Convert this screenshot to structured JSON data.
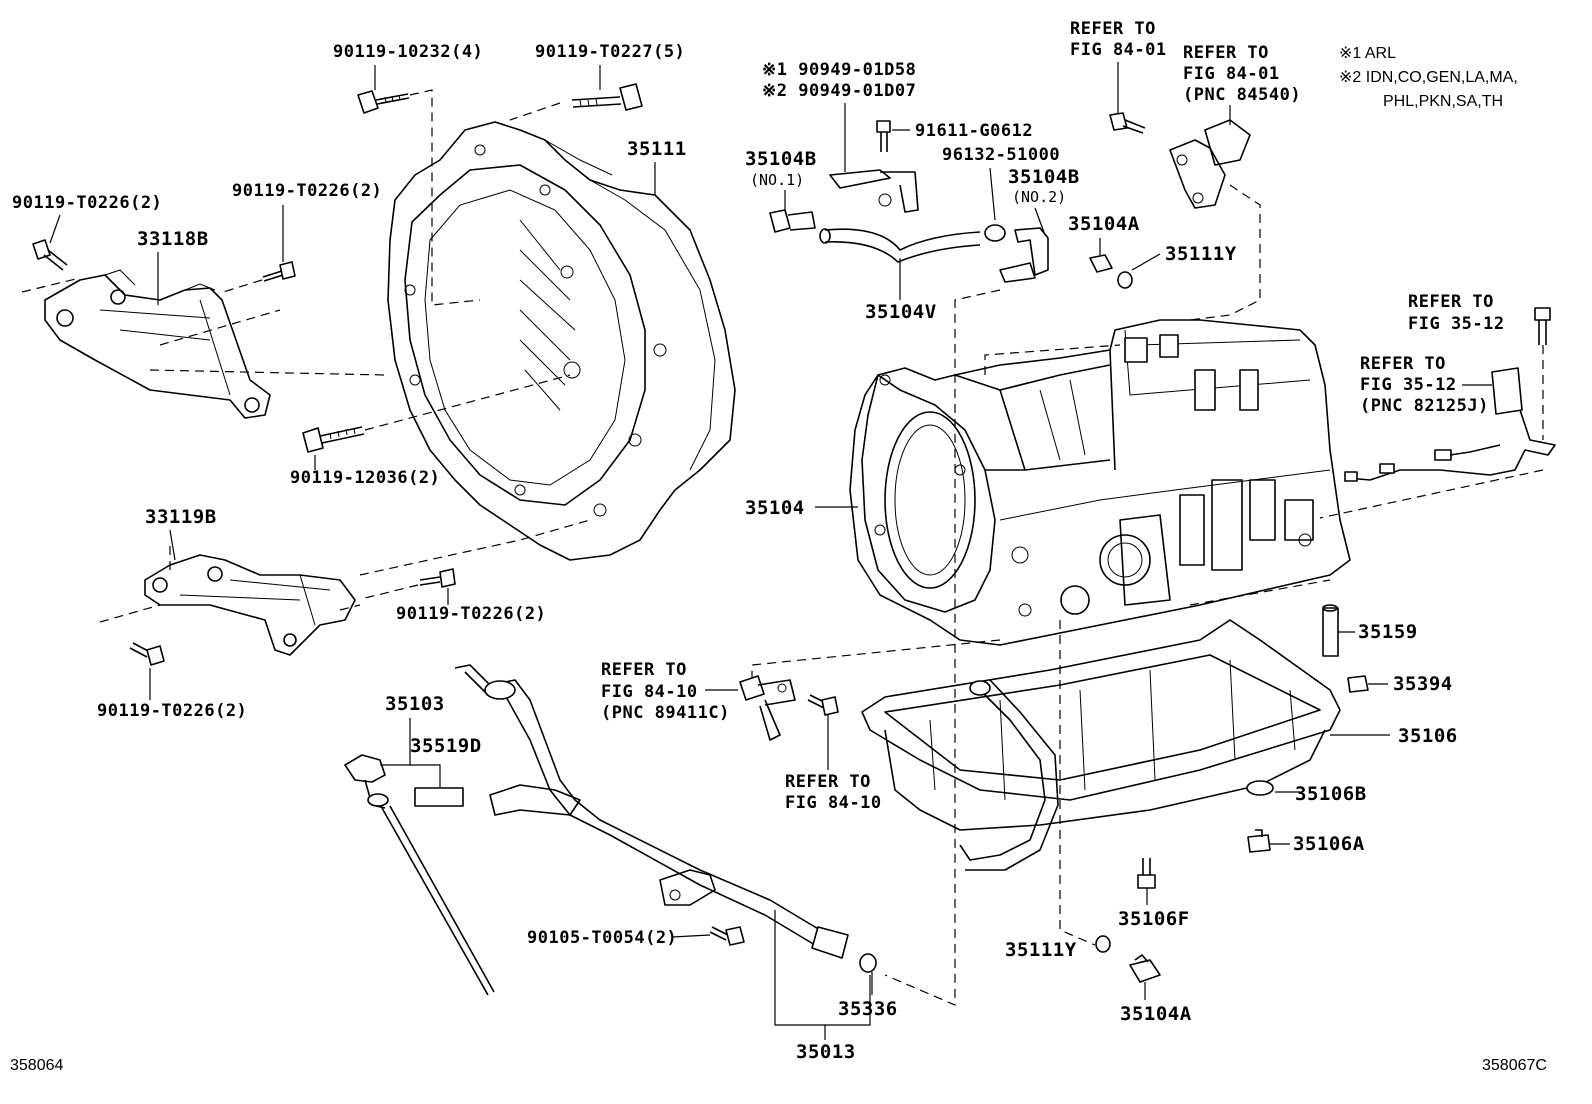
{
  "notes": {
    "n1": "※1  ARL",
    "n2a": "※2  IDN,CO,GEN,LA,MA,",
    "n2b": "PHL,PKN,SA,TH"
  },
  "labels": {
    "b_10232": "90119-10232(4)",
    "b_t0227": "90119-T0227(5)",
    "b_t0226_a": "90119-T0226(2)",
    "b_t0226_b": "90119-T0226(2)",
    "b_t0226_c": "90119-T0226(2)",
    "b_t0226_d": "90119-T0226(2)",
    "b_12036": "90119-12036(2)",
    "p33118b": "33118B",
    "p33119b": "33119B",
    "p35111": "35111",
    "h1": "※1 90949-01D58",
    "h2": "※2 90949-01D07",
    "p91611": "91611-G0612",
    "p96132": "96132-51000",
    "p35104b_1": "35104B",
    "no1": "(NO.1)",
    "p35104b_2": "35104B",
    "no2": "(NO.2)",
    "p35104a_top": "35104A",
    "p35111y_top": "35111Y",
    "p35104v": "35104V",
    "refer_8401_a1": "REFER TO",
    "refer_8401_a2": "FIG 84-01",
    "refer_8401_b1": "REFER TO",
    "refer_8401_b2": "FIG 84-01",
    "refer_8401_b3": "(PNC 84540)",
    "refer_3512_a1": "REFER TO",
    "refer_3512_a2": "FIG 35-12",
    "refer_3512_b1": "REFER TO",
    "refer_3512_b2": "FIG 35-12",
    "refer_3512_b3": "(PNC 82125J)",
    "p35104": "35104",
    "p35159": "35159",
    "p35394": "35394",
    "p35106": "35106",
    "p35106b": "35106B",
    "p35106a": "35106A",
    "p35106f": "35106F",
    "p35111y_bot": "35111Y",
    "p35104a_bot": "35104A",
    "refer_8410_a1": "REFER TO",
    "refer_8410_a2": "FIG 84-10",
    "refer_8410_a3": "(PNC 89411C)",
    "refer_8410_b1": "REFER TO",
    "refer_8410_b2": "FIG 84-10",
    "p35103": "35103",
    "p35519d": "35519D",
    "p90105": "90105-T0054(2)",
    "p35336": "35336",
    "p35013": "35013",
    "code_left": "358064",
    "code_right": "358067C"
  }
}
